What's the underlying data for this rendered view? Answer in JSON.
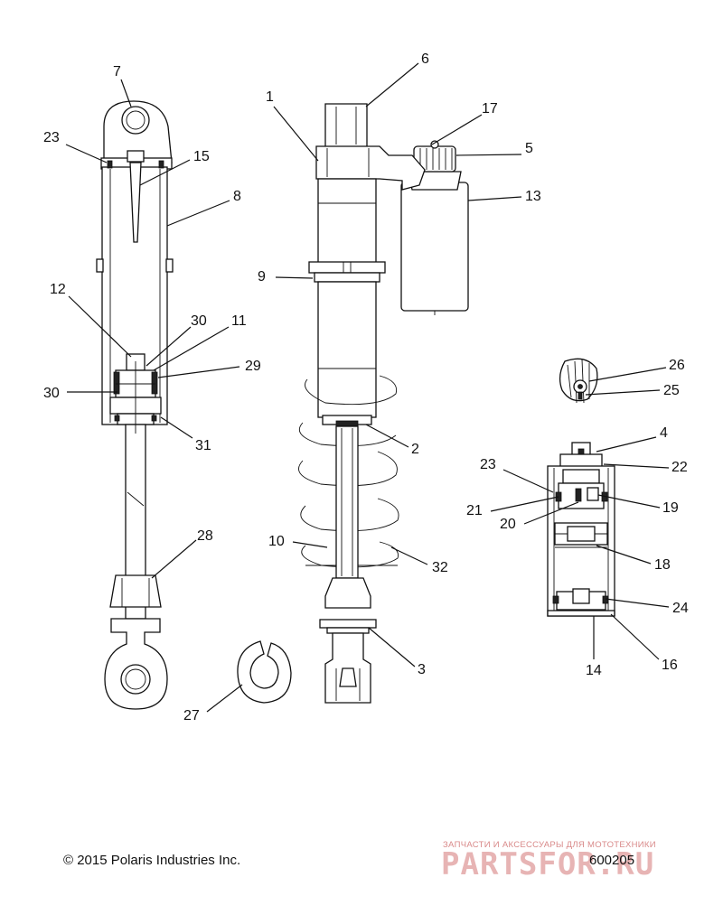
{
  "callouts": {
    "c1": "1",
    "c2": "2",
    "c3": "3",
    "c4": "4",
    "c5": "5",
    "c6": "6",
    "c7": "7",
    "c8": "8",
    "c9": "9",
    "c10": "10",
    "c11": "11",
    "c12": "12",
    "c13": "13",
    "c14": "14",
    "c15": "15",
    "c16": "16",
    "c17": "17",
    "c18": "18",
    "c19": "19",
    "c20": "20",
    "c21": "21",
    "c22": "22",
    "c23a": "23",
    "c23b": "23",
    "c24": "24",
    "c25": "25",
    "c26": "26",
    "c27": "27",
    "c28": "28",
    "c29": "29",
    "c30a": "30",
    "c30b": "30",
    "c31": "31",
    "c32": "32"
  },
  "footer": {
    "copyright": "© 2015 Polaris Industries Inc.",
    "figure_id": "600205"
  },
  "watermark": {
    "tagline": "ЗАПЧАСТИ И АКСЕССУАРЫ ДЛЯ МОТОТЕХНИКИ",
    "logo": "PARTSFOR.RU"
  },
  "colors": {
    "line": "#111111",
    "background": "#ffffff",
    "watermark": "#e7b4b4"
  }
}
